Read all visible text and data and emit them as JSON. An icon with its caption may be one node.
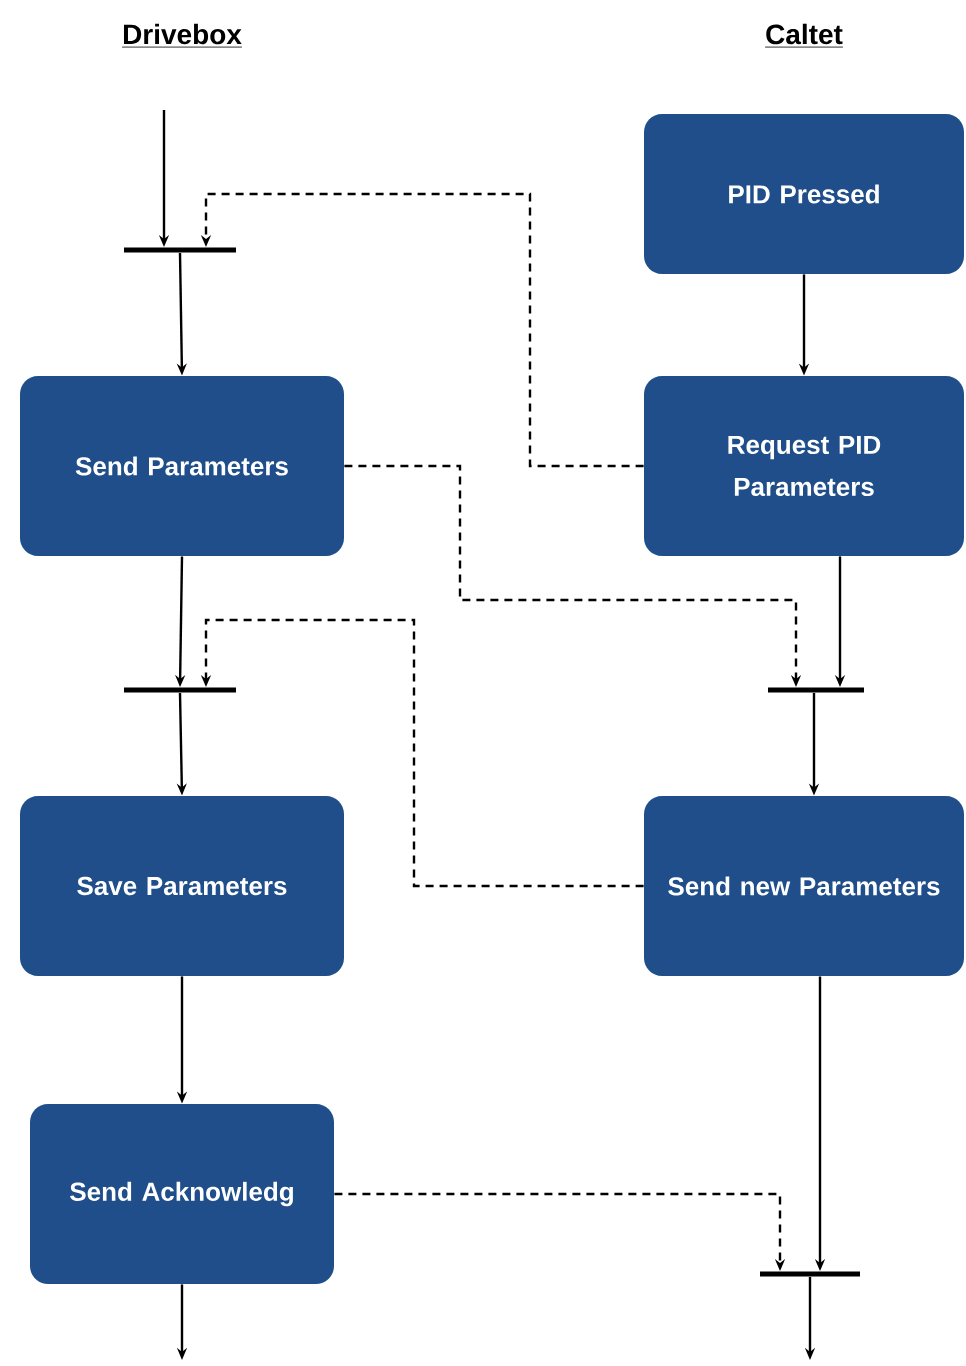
{
  "diagram": {
    "nodes": [
      {
        "text": [
          "PID Pressed"
        ]
      },
      {
        "text": [
          "Send Parameters"
        ]
      },
      {
        "text": [
          "Request PID Parameters"
        ]
      },
      {
        "text": [
          "Save Parameters"
        ]
      },
      {
        "text": [
          "Send new Parameters"
        ]
      },
      {
        "text": [
          "Send Acknowledg"
        ]
      },
      {
        "text": [],
        "shape": "bar"
      },
      {
        "text": [],
        "shape": "bar"
      },
      {
        "text": [],
        "shape": "bar"
      },
      {
        "text": [],
        "shape": "bar"
      }
    ],
    "edges": [
      {
        "from": null,
        "to": 6,
        "arrow": "to"
      },
      {
        "from": 2,
        "to": 6,
        "arrow": "to",
        "style": "dashed"
      },
      {
        "from": 6,
        "to": 1,
        "arrow": "to"
      },
      {
        "from": 0,
        "to": 2,
        "arrow": "to"
      },
      {
        "from": 1,
        "to": 8,
        "arrow": "to",
        "style": "dashed"
      },
      {
        "from": 2,
        "to": 8,
        "arrow": "to"
      },
      {
        "from": 1,
        "to": 7,
        "arrow": "to"
      },
      {
        "from": 4,
        "to": 7,
        "arrow": "to",
        "style": "dashed"
      },
      {
        "from": 7,
        "to": 3,
        "arrow": "to"
      },
      {
        "from": 8,
        "to": 4,
        "arrow": "to"
      },
      {
        "from": 3,
        "to": 5,
        "arrow": "to"
      },
      {
        "from": 5,
        "to": 9,
        "arrow": "to",
        "style": "dashed"
      },
      {
        "from": 4,
        "to": 9,
        "arrow": "to"
      },
      {
        "from": 5,
        "to": null,
        "arrow": "to"
      },
      {
        "from": 9,
        "to": null,
        "arrow": "to"
      }
    ],
    "labels": [
      "Drivebox",
      "Caltet"
    ]
  }
}
